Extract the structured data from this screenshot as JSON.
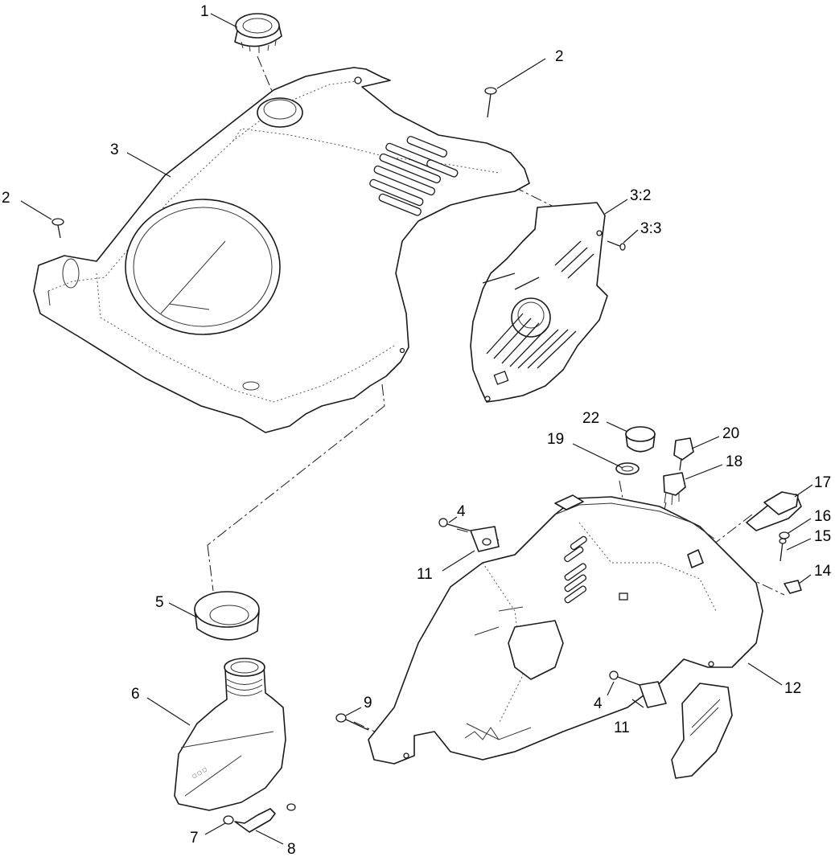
{
  "callouts": [
    {
      "id": "c1",
      "label": "1"
    },
    {
      "id": "c2a",
      "label": "2"
    },
    {
      "id": "c2b",
      "label": "2"
    },
    {
      "id": "c3",
      "label": "3"
    },
    {
      "id": "c3_2",
      "label": "3:2"
    },
    {
      "id": "c3_3",
      "label": "3:3"
    },
    {
      "id": "c4a",
      "label": "4"
    },
    {
      "id": "c4b",
      "label": "4"
    },
    {
      "id": "c5",
      "label": "5"
    },
    {
      "id": "c6",
      "label": "6"
    },
    {
      "id": "c7",
      "label": "7"
    },
    {
      "id": "c8",
      "label": "8"
    },
    {
      "id": "c9",
      "label": "9"
    },
    {
      "id": "c11a",
      "label": "11"
    },
    {
      "id": "c11b",
      "label": "11"
    },
    {
      "id": "c12",
      "label": "12"
    },
    {
      "id": "c14",
      "label": "14"
    },
    {
      "id": "c15",
      "label": "15"
    },
    {
      "id": "c16",
      "label": "16"
    },
    {
      "id": "c17",
      "label": "17"
    },
    {
      "id": "c18",
      "label": "18"
    },
    {
      "id": "c19",
      "label": "19"
    },
    {
      "id": "c20",
      "label": "20"
    },
    {
      "id": "c22",
      "label": "22"
    }
  ],
  "colors": {
    "line": "#1a1a1a",
    "fill": "#ffffff",
    "background": "#ffffff"
  }
}
